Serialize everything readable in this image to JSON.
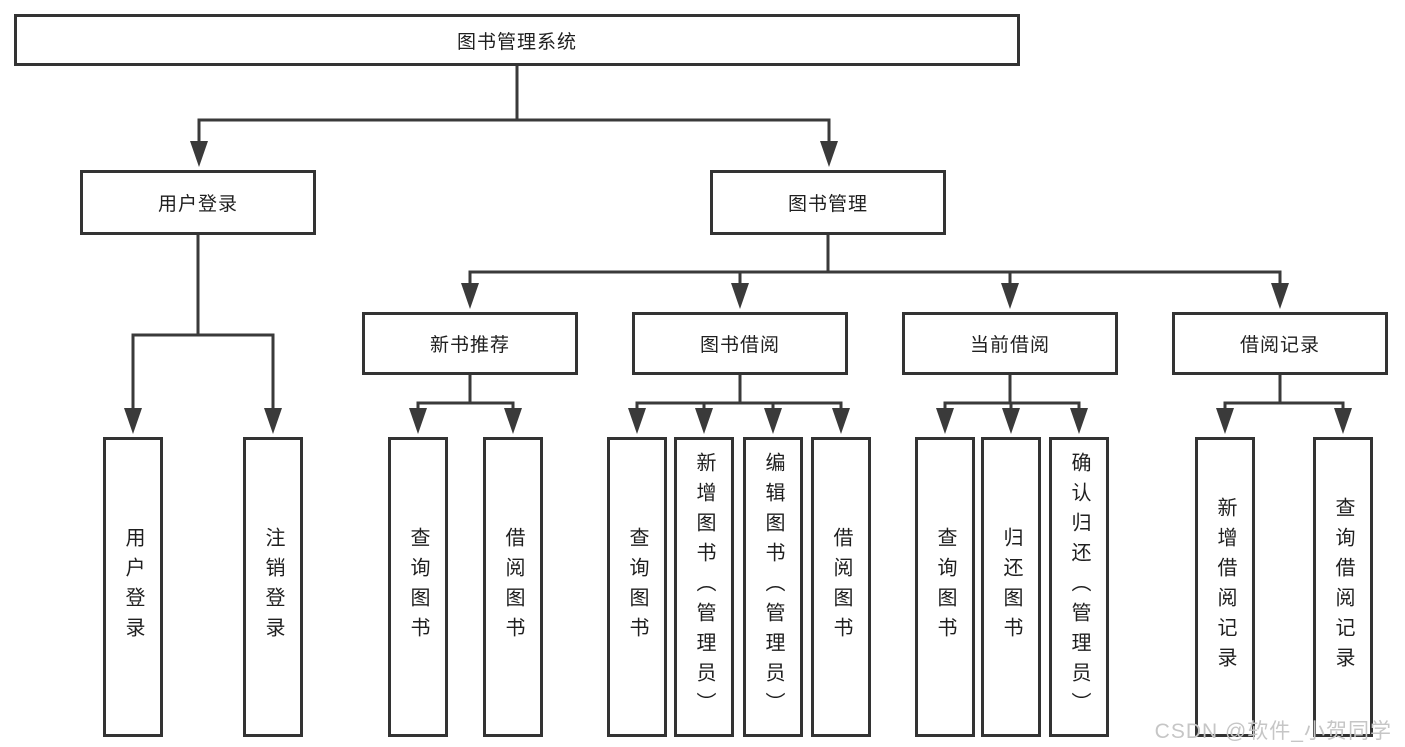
{
  "diagram": {
    "root": {
      "label": "图书管理系统"
    },
    "branches": [
      {
        "label": "用户登录",
        "children": [
          {
            "label": "用户登录"
          },
          {
            "label": "注销登录"
          }
        ]
      },
      {
        "label": "图书管理",
        "children": [
          {
            "label": "新书推荐",
            "children": [
              {
                "label": "查询图书"
              },
              {
                "label": "借阅图书"
              }
            ]
          },
          {
            "label": "图书借阅",
            "children": [
              {
                "label": "查询图书"
              },
              {
                "label": "新增图书（管理员）"
              },
              {
                "label": "编辑图书（管理员）"
              },
              {
                "label": "借阅图书"
              }
            ]
          },
          {
            "label": "当前借阅",
            "children": [
              {
                "label": "查询图书"
              },
              {
                "label": "归还图书"
              },
              {
                "label": "确认归还（管理员）"
              }
            ]
          },
          {
            "label": "借阅记录",
            "children": [
              {
                "label": "新增借阅记录"
              },
              {
                "label": "查询借阅记录"
              }
            ]
          }
        ]
      }
    ]
  },
  "watermark": {
    "text": "CSDN @软件_小贺同学"
  },
  "colors": {
    "line": "#3a3a3a",
    "border": "#333333",
    "fill": "#ffffff",
    "text": "#1f1f1f",
    "watermark": "#c6c6c6",
    "background": "#ffffff"
  }
}
